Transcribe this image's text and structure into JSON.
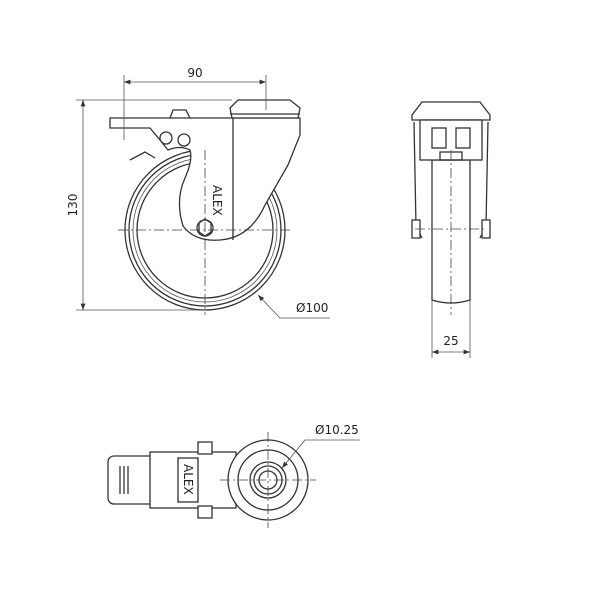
{
  "title": "Swivel caster with brake - dimension drawing",
  "dimensions": {
    "width": "90",
    "height": "130",
    "wheel_diameter": "Ø100",
    "wheel_width": "25",
    "bolt_hole": "Ø10.25"
  },
  "logo_text": "ALEX"
}
